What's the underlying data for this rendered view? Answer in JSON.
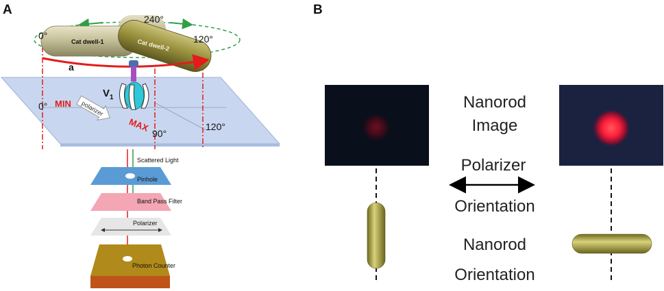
{
  "panel_a": {
    "label": "A",
    "cat_dwell_1": "Cat dwell-1",
    "cat_dwell_2": "Cat dwell-2",
    "angle_0_top": "0°",
    "angle_240": "240°",
    "angle_120_top": "120°",
    "arc_label": "a",
    "v1_main": "V",
    "v1_sub": "1",
    "angle_0_plane": "0°",
    "min_label": "MIN",
    "max_label": "MAX",
    "polarizer_arrow": "polarizer",
    "angle_90": "90°",
    "angle_120_plane": "120°",
    "scattered_light": "Scattered Light",
    "pinhole": "Pinhole",
    "band_pass_filter": "Band Pass Filter",
    "polarizer_layer": "Polarizer",
    "photon_counter": "Photon Counter"
  },
  "panel_b": {
    "label": "B",
    "nanorod_image_1": "Nanorod",
    "nanorod_image_2": "Image",
    "polarizer_1": "Polarizer",
    "polarizer_2": "Orientation",
    "nanorod_orient_1": "Nanorod",
    "nanorod_orient_2": "Orientation"
  },
  "colors": {
    "red": "#e31b1b",
    "green": "#2ea043",
    "plane": "#c9d6ef",
    "pinhole": "#5b9bd5",
    "filter": "#f4a6b5",
    "counter_top": "#b08a1a",
    "counter_side": "#c0531a",
    "rod_gold": "#a89a3a"
  }
}
